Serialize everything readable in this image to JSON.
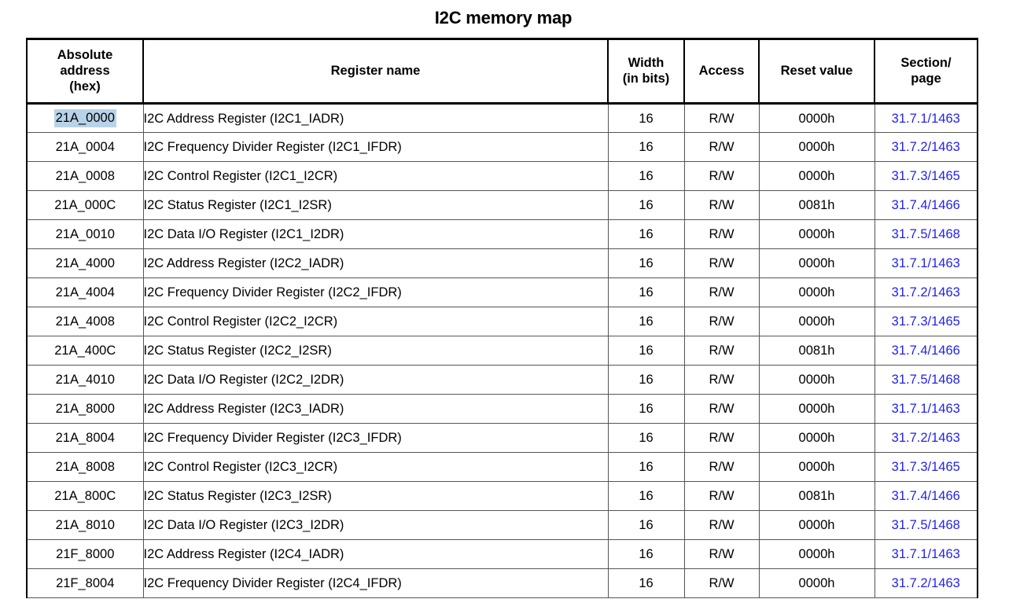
{
  "document": {
    "title": "I2C memory map"
  },
  "table": {
    "columns": [
      {
        "key": "address",
        "label": "Absolute\naddress\n(hex)"
      },
      {
        "key": "register_name",
        "label": "Register name"
      },
      {
        "key": "width",
        "label": "Width\n(in bits)"
      },
      {
        "key": "access",
        "label": "Access"
      },
      {
        "key": "reset_value",
        "label": "Reset value"
      },
      {
        "key": "section_page",
        "label": "Section/\npage"
      }
    ],
    "selected_cell": {
      "row": 0,
      "column": "address",
      "value": "21A_0000",
      "highlight_color": "#b8d3e9"
    },
    "link_color": "#2222ee",
    "rows": [
      {
        "address": "21A_0000",
        "register_name": "I2C Address Register (I2C1_IADR)",
        "width": "16",
        "access": "R/W",
        "reset_value": "0000h",
        "section_page": "31.7.1/1463"
      },
      {
        "address": "21A_0004",
        "register_name": "I2C Frequency Divider Register (I2C1_IFDR)",
        "width": "16",
        "access": "R/W",
        "reset_value": "0000h",
        "section_page": "31.7.2/1463"
      },
      {
        "address": "21A_0008",
        "register_name": "I2C Control Register (I2C1_I2CR)",
        "width": "16",
        "access": "R/W",
        "reset_value": "0000h",
        "section_page": "31.7.3/1465"
      },
      {
        "address": "21A_000C",
        "register_name": "I2C Status Register (I2C1_I2SR)",
        "width": "16",
        "access": "R/W",
        "reset_value": "0081h",
        "section_page": "31.7.4/1466"
      },
      {
        "address": "21A_0010",
        "register_name": "I2C Data I/O Register (I2C1_I2DR)",
        "width": "16",
        "access": "R/W",
        "reset_value": "0000h",
        "section_page": "31.7.5/1468"
      },
      {
        "address": "21A_4000",
        "register_name": "I2C Address Register (I2C2_IADR)",
        "width": "16",
        "access": "R/W",
        "reset_value": "0000h",
        "section_page": "31.7.1/1463"
      },
      {
        "address": "21A_4004",
        "register_name": "I2C Frequency Divider Register (I2C2_IFDR)",
        "width": "16",
        "access": "R/W",
        "reset_value": "0000h",
        "section_page": "31.7.2/1463"
      },
      {
        "address": "21A_4008",
        "register_name": "I2C Control Register (I2C2_I2CR)",
        "width": "16",
        "access": "R/W",
        "reset_value": "0000h",
        "section_page": "31.7.3/1465"
      },
      {
        "address": "21A_400C",
        "register_name": "I2C Status Register (I2C2_I2SR)",
        "width": "16",
        "access": "R/W",
        "reset_value": "0081h",
        "section_page": "31.7.4/1466"
      },
      {
        "address": "21A_4010",
        "register_name": "I2C Data I/O Register (I2C2_I2DR)",
        "width": "16",
        "access": "R/W",
        "reset_value": "0000h",
        "section_page": "31.7.5/1468"
      },
      {
        "address": "21A_8000",
        "register_name": "I2C Address Register (I2C3_IADR)",
        "width": "16",
        "access": "R/W",
        "reset_value": "0000h",
        "section_page": "31.7.1/1463"
      },
      {
        "address": "21A_8004",
        "register_name": "I2C Frequency Divider Register (I2C3_IFDR)",
        "width": "16",
        "access": "R/W",
        "reset_value": "0000h",
        "section_page": "31.7.2/1463"
      },
      {
        "address": "21A_8008",
        "register_name": "I2C Control Register (I2C3_I2CR)",
        "width": "16",
        "access": "R/W",
        "reset_value": "0000h",
        "section_page": "31.7.3/1465"
      },
      {
        "address": "21A_800C",
        "register_name": "I2C Status Register (I2C3_I2SR)",
        "width": "16",
        "access": "R/W",
        "reset_value": "0081h",
        "section_page": "31.7.4/1466"
      },
      {
        "address": "21A_8010",
        "register_name": "I2C Data I/O Register (I2C3_I2DR)",
        "width": "16",
        "access": "R/W",
        "reset_value": "0000h",
        "section_page": "31.7.5/1468"
      },
      {
        "address": "21F_8000",
        "register_name": "I2C Address Register (I2C4_IADR)",
        "width": "16",
        "access": "R/W",
        "reset_value": "0000h",
        "section_page": "31.7.1/1463"
      },
      {
        "address": "21F_8004",
        "register_name": "I2C Frequency Divider Register (I2C4_IFDR)",
        "width": "16",
        "access": "R/W",
        "reset_value": "0000h",
        "section_page": "31.7.2/1463"
      }
    ]
  }
}
